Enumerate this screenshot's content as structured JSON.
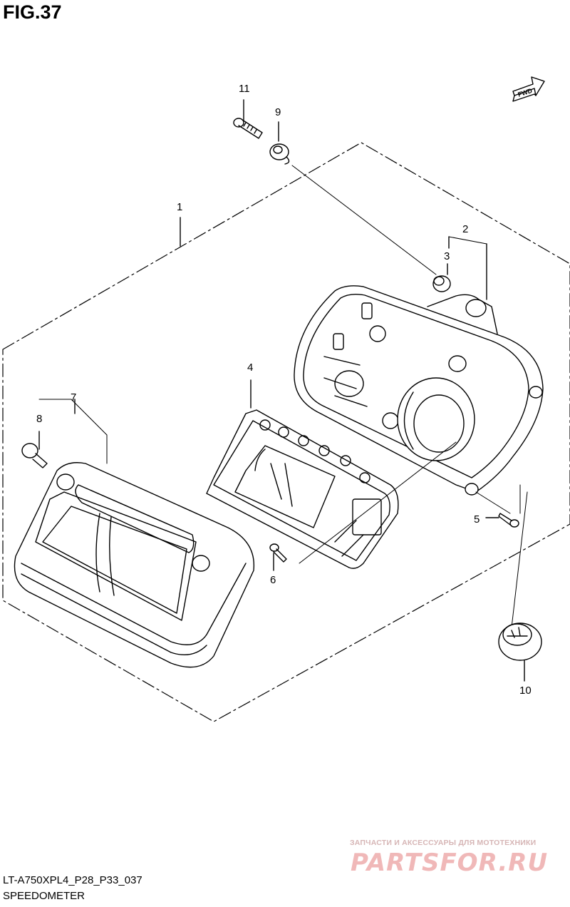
{
  "figure": {
    "title": "FIG.37",
    "code": "LT-A750XPL4_P28_P33_037",
    "name": "SPEEDOMETER"
  },
  "callouts": [
    "1",
    "2",
    "3",
    "4",
    "5",
    "6",
    "7",
    "8",
    "9",
    "10",
    "11"
  ],
  "fwd_label": "FWD",
  "watermark": {
    "tagline": "ЗАПЧАСТИ И АКСЕССУАРЫ ДЛЯ МОТОТЕХНИКИ",
    "logo": "PARTSFOR.RU"
  }
}
